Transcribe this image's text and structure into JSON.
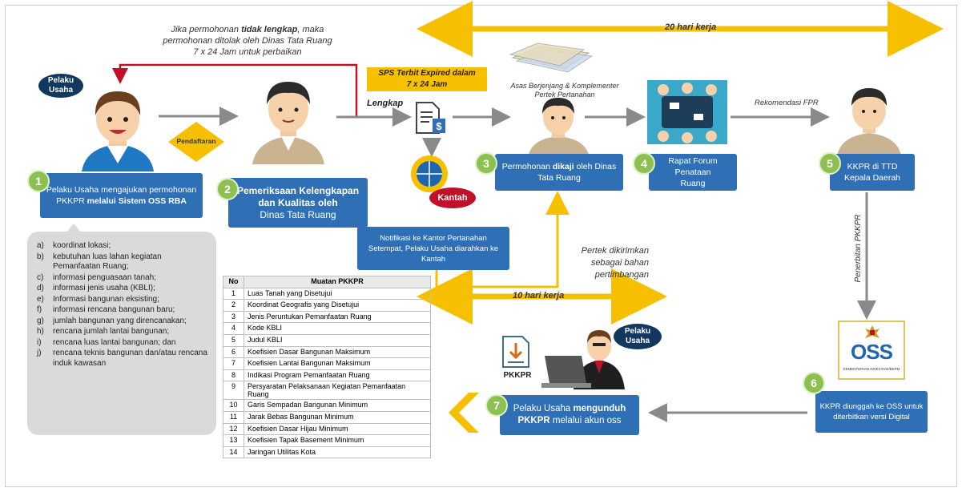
{
  "top_note": {
    "line1_pre": "Jika permohonan ",
    "line1_bold": "tidak lengkap",
    "line1_post": ", maka",
    "line2": "permohonan ditolak oleh Dinas Tata Ruang",
    "line3": "7 x 24 Jam untuk perbaikan"
  },
  "timeline_top": "20 hari kerja",
  "timeline_mid": "10 hari kerja",
  "pelaku_usaha_oval": "Pelaku Usaha",
  "pelaku_usaha_oval2": "Pelaku Usaha",
  "pendaftaran": "Pendaftaran",
  "lengkap": "Lengkap",
  "sps_box": {
    "line1": "SPS Terbit Expired  dalam",
    "line2": "7 x 24 Jam"
  },
  "asas_label": {
    "line1": "Asas Berjenjang & Komplementer",
    "line2": "Pertek Pertanahan"
  },
  "rekomendasi": "Rekomendasi FPR",
  "kantah": "Kantah",
  "penerbitan": "Penerbitan PKKPR",
  "pertek_note": {
    "line1": "Pertek dikirimkan",
    "line2": "sebagai bahan",
    "line3": "pertimbangan"
  },
  "notifikasi": "Notifikasi ke Kantor Pertanahan Setempat, Pelaku Usaha diarahkan ke Kantah",
  "steps": [
    {
      "num": "1",
      "pre": "Pelaku Usaha mengajukan permohonan PKKPR ",
      "bold": "melalui Sistem OSS RBA",
      "post": ""
    },
    {
      "num": "2",
      "pre": "",
      "bold": "Pemeriksaan Kelengkapan dan Kualitas oleh",
      "post": "Dinas Tata Ruang"
    },
    {
      "num": "3",
      "pre": "Permohonan ",
      "bold": "dikaji",
      "post": " oleh Dinas Tata Ruang"
    },
    {
      "num": "4",
      "pre": "Rapat Forum Penataan Ruang",
      "bold": "",
      "post": ""
    },
    {
      "num": "5",
      "pre": "KKPR di TTD Kepala Daerah",
      "bold": "",
      "post": ""
    },
    {
      "num": "6",
      "pre": "KKPR diunggah ke OSS untuk diterbitkan versi Digital",
      "bold": "",
      "post": ""
    },
    {
      "num": "7",
      "pre": "Pelaku Usaha ",
      "bold": "mengunduh PKKPR",
      "post": "  melalui akun oss"
    }
  ],
  "requirements": [
    {
      "k": "a)",
      "t": "koordinat lokasi;"
    },
    {
      "k": "b)",
      "t": "kebutuhan luas lahan kegiatan Pemanfaatan Ruang;"
    },
    {
      "k": "c)",
      "t": "informasi penguasaan tanah;"
    },
    {
      "k": "d)",
      "t": "informasi jenis usaha (KBLI);"
    },
    {
      "k": "e)",
      "t": "Informasi bangunan eksisting;"
    },
    {
      "k": "f)",
      "t": "informasi rencana bangunan baru;"
    },
    {
      "k": "g)",
      "t": "jumlah bangunan yang direncanakan;"
    },
    {
      "k": "h)",
      "t": "rencana jumlah lantai bangunan;"
    },
    {
      "k": "i)",
      "t": "rencana luas lantai bangunan; dan"
    },
    {
      "k": "j)",
      "t": "rencana teknis bangunan dan/atau rencana induk kawasan"
    }
  ],
  "table": {
    "col_no": "No",
    "col_name": "Muatan PKKPR",
    "rows": [
      {
        "no": "1",
        "name": "Luas Tanah yang Disetujui"
      },
      {
        "no": "2",
        "name": "Koordinat Geografis yang Disetujui"
      },
      {
        "no": "3",
        "name": "Jenis Peruntukan Pemanfaatan Ruang"
      },
      {
        "no": "4",
        "name": "Kode KBLI"
      },
      {
        "no": "5",
        "name": "Judul KBLI"
      },
      {
        "no": "6",
        "name": "Koefisien Dasar Bangunan Maksimum"
      },
      {
        "no": "7",
        "name": "Koefisien Lantai Bangunan Maksimum"
      },
      {
        "no": "8",
        "name": "Indikasi Program Pemanfaatan Ruang"
      },
      {
        "no": "9",
        "name": "Persyaratan Pelaksanaan Kegiatan Pemanfaatan Ruang"
      },
      {
        "no": "10",
        "name": "Garis Sempadan Bangunan Minimum"
      },
      {
        "no": "11",
        "name": "Jarak Bebas Bangunan Minimum"
      },
      {
        "no": "12",
        "name": "Koefisien Dasar Hijau Minimum"
      },
      {
        "no": "13",
        "name": "Koefisien Tapak Basement Minimum"
      },
      {
        "no": "14",
        "name": "Jaringan Utilitas Kota"
      }
    ]
  },
  "pkkpr_icon_label": "PKKPR",
  "oss_logo": "OSS",
  "oss_sub": "KEMENTERIAN INVESTASI/BKPM",
  "colors": {
    "blue": "#2f6fb6",
    "green": "#8cc152",
    "yellow": "#f6c000",
    "navy": "#12385f",
    "red": "#c0102a"
  }
}
